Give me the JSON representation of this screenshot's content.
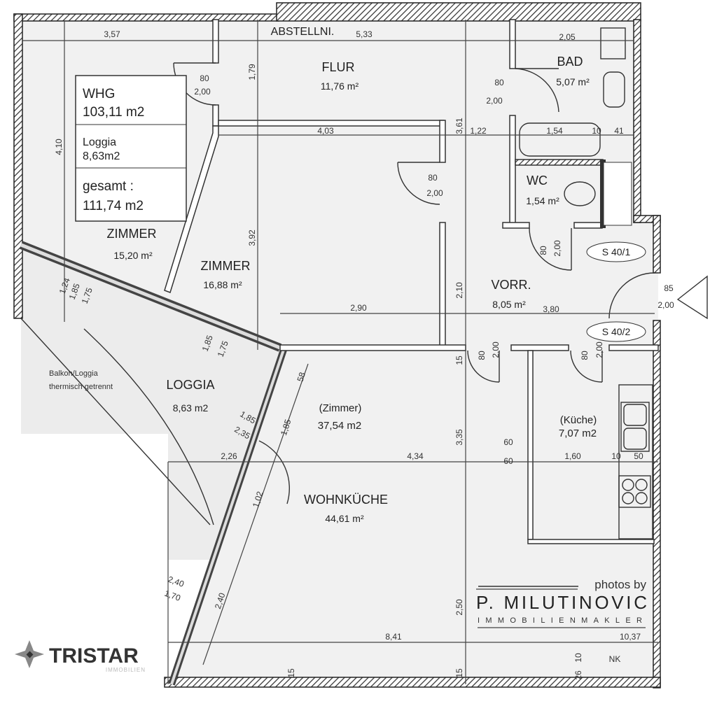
{
  "info_box": {
    "unit_label": "WHG",
    "unit_area": "103,11 m2",
    "loggia_label": "Loggia",
    "loggia_area": "8,63m2",
    "total_label": "gesamt :",
    "total_area": "111,74 m2"
  },
  "rooms": [
    {
      "name": "ZIMMER",
      "area": "15,20 m²"
    },
    {
      "name": "ZIMMER",
      "area": "16,88 m²"
    },
    {
      "name": "FLUR",
      "area": "11,76 m²"
    },
    {
      "name": "BAD",
      "area": "5,07 m²"
    },
    {
      "name": "WC",
      "area": "1,54 m²"
    },
    {
      "name": "VORR.",
      "area": "8,05 m²"
    },
    {
      "name": "LOGGIA",
      "area": "8,63 m2"
    },
    {
      "name": "(Zimmer)",
      "area": "37,54 m2"
    },
    {
      "name": "WOHNKÜCHE",
      "area": "44,61 m²"
    },
    {
      "name": "(Küche)",
      "area": "7,07 m2"
    },
    {
      "name": "ABSTELLNI.",
      "area": ""
    }
  ],
  "loggia_note": [
    "Balkon/Loggia",
    "thermisch getrennt"
  ],
  "markers": [
    "S 40/1",
    "S 40/2",
    "NK"
  ],
  "dimensions": [
    "3,57",
    "5,33",
    "2,05",
    "4,03",
    "1,22",
    "1,54",
    "10",
    "41",
    "2,90",
    "3,80",
    "4,10",
    "3,92",
    "3,61",
    "2,10",
    "1,79",
    "80",
    "2,00",
    "80",
    "2,00",
    "80",
    "2,00",
    "80",
    "2,00",
    "85",
    "2,00",
    "80",
    "2,00",
    "80",
    "2,00",
    "1,24",
    "1,85",
    "1,75",
    "1,85",
    "1,75",
    "1,85",
    "2,35",
    "1,85",
    "2,26",
    "4,34",
    "60",
    "60",
    "1,60",
    "10",
    "50",
    "3,35",
    "1,02",
    "2,40",
    "1,70",
    "2,40",
    "2,50",
    "8,41",
    "10,37",
    "26",
    "10",
    "58",
    "15",
    "15",
    "15"
  ],
  "watermarks": {
    "photographer_prefix": "photos by",
    "photographer_name": "P. MILUTINOVIC",
    "photographer_sub": "IMMOBILIENMAKLER",
    "agency_name": "TRISTAR",
    "agency_sub": "IMMOBILIEN"
  }
}
